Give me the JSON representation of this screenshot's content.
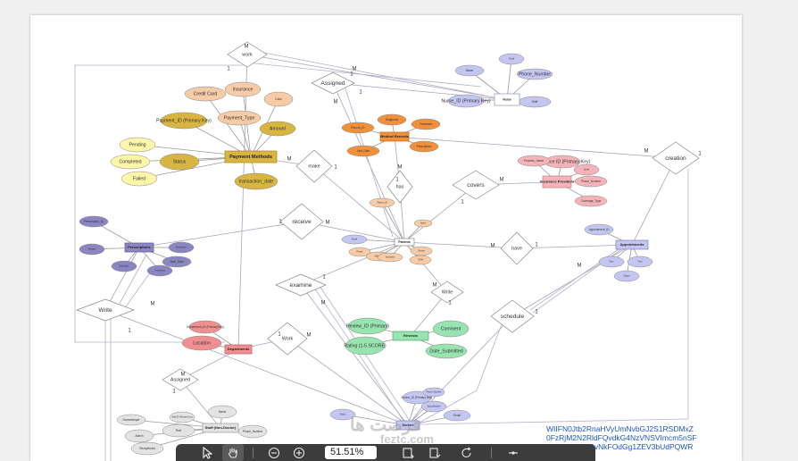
{
  "diagram": {
    "entities": [
      {
        "id": "nurse",
        "label": "Nurse",
        "fill": "#ffffff",
        "stroke": "#8a8fb0"
      },
      {
        "id": "payment_methods",
        "label": "Payment Methods",
        "fill": "#d8b441",
        "stroke": "#a8871e"
      },
      {
        "id": "medical_records",
        "label": "Medical Records",
        "fill": "#f0903a",
        "stroke": "#c06a1f"
      },
      {
        "id": "insurance_providers",
        "label": "Insurance Providers",
        "fill": "#f4b3b8",
        "stroke": "#c77a80"
      },
      {
        "id": "prescriptions",
        "label": "Prescriptions",
        "fill": "#8a86c2",
        "stroke": "#5b5794"
      },
      {
        "id": "patients",
        "label": "Patients",
        "fill": "#ffffff",
        "stroke": "#888888"
      },
      {
        "id": "appointments",
        "label": "Appointments",
        "fill": "#c3c6f0",
        "stroke": "#7b80c4"
      },
      {
        "id": "reviews",
        "label": "Reviews",
        "fill": "#98e4b0",
        "stroke": "#4fa86a"
      },
      {
        "id": "departments",
        "label": "Departments",
        "fill": "#ef8f91",
        "stroke": "#c05a5d"
      },
      {
        "id": "staff",
        "label": "Staff (Non-Doctor)",
        "fill": "#e3e3e3",
        "stroke": "#999999"
      },
      {
        "id": "doctors",
        "label": "Doctors",
        "fill": "#c3c6f0",
        "stroke": "#7b80c4"
      }
    ],
    "attributes": [
      {
        "label": "Credit Card",
        "fill": "#f6cba6",
        "entity": "payment_methods"
      },
      {
        "label": "Insurance",
        "fill": "#f6cba6",
        "entity": "payment_methods"
      },
      {
        "label": "Cash",
        "fill": "#f6cba6",
        "entity": "payment_methods"
      },
      {
        "label": "Payment_Type",
        "fill": "#f6cba6",
        "entity": "payment_methods"
      },
      {
        "label": "Payment_ID (Primary Key)",
        "fill": "#d8b441",
        "entity": "payment_methods"
      },
      {
        "label": "Amount",
        "fill": "#d8b441",
        "entity": "payment_methods"
      },
      {
        "label": "Status",
        "fill": "#d8b441",
        "entity": "payment_methods"
      },
      {
        "label": "Pending",
        "fill": "#fdf6a8",
        "entity": "payment_methods"
      },
      {
        "label": "Completed",
        "fill": "#fdf6a8",
        "entity": "payment_methods"
      },
      {
        "label": "Failed",
        "fill": "#fdf6a8",
        "entity": "payment_methods"
      },
      {
        "label": "transaction_date",
        "fill": "#d8b441",
        "entity": "payment_methods"
      },
      {
        "label": "Review_ID (Primary)",
        "fill": "#98e4b0",
        "entity": "reviews"
      },
      {
        "label": "Comment",
        "fill": "#98e4b0",
        "entity": "reviews"
      },
      {
        "label": "Rating (1-5 SCORE)",
        "fill": "#98e4b0",
        "entity": "reviews"
      },
      {
        "label": "Date_Submitted",
        "fill": "#98e4b0",
        "entity": "reviews"
      },
      {
        "label": "Location",
        "fill": "#ef8f91",
        "entity": "departments"
      },
      {
        "label": "Department_ID (Primary Key)",
        "fill": "#ef8f91",
        "entity": "departments"
      },
      {
        "label": "Role",
        "fill": "#e3e3e3",
        "entity": "staff"
      },
      {
        "label": "Admin",
        "fill": "#e3e3e3",
        "entity": "staff"
      },
      {
        "label": "Receptionist",
        "fill": "#e3e3e3",
        "entity": "staff"
      },
      {
        "label": "Housekeeper",
        "fill": "#e3e3e3",
        "entity": "staff"
      },
      {
        "label": "Staff ID (Primary Key)",
        "fill": "#e3e3e3",
        "entity": "staff"
      },
      {
        "label": "Name",
        "fill": "#e3e3e3",
        "entity": "staff"
      },
      {
        "label": "Phone_Number",
        "fill": "#e3e3e3",
        "entity": "staff"
      },
      {
        "label": "Doctor_ID (Primary Key)",
        "fill": "#c3c6f0",
        "entity": "doctors"
      },
      {
        "label": "Specialization",
        "fill": "#c3c6f0",
        "entity": "doctors"
      },
      {
        "label": "Phone_Number",
        "fill": "#c3c6f0",
        "entity": "doctors"
      },
      {
        "label": "Email",
        "fill": "#c3c6f0",
        "entity": "doctors"
      },
      {
        "label": "Name",
        "fill": "#c3c6f0",
        "entity": "doctors"
      },
      {
        "label": "Insurance ID (Primary Key)",
        "fill": "#f4b3b8",
        "entity": "insurance_providers"
      },
      {
        "label": "Provider_Name",
        "fill": "#f4b3b8",
        "entity": "insurance_providers"
      },
      {
        "label": "Email",
        "fill": "#f4b3b8",
        "entity": "insurance_providers"
      },
      {
        "label": "Phone_Number",
        "fill": "#f4b3b8",
        "entity": "insurance_providers"
      },
      {
        "label": "Coverage_Type",
        "fill": "#f4b3b8",
        "entity": "insurance_providers"
      },
      {
        "label": "Appointment_ID",
        "fill": "#c3c6f0",
        "entity": "appointments"
      },
      {
        "label": "Date",
        "fill": "#c3c6f0",
        "entity": "appointments"
      },
      {
        "label": "Time",
        "fill": "#c3c6f0",
        "entity": "appointments"
      },
      {
        "label": "Status",
        "fill": "#c3c6f0",
        "entity": "appointments"
      },
      {
        "label": "Nurse_ID (Primary Key)",
        "fill": "#c3c6f0",
        "entity": "nurse"
      },
      {
        "label": "Name",
        "fill": "#c3c6f0",
        "entity": "nurse"
      },
      {
        "label": "Email",
        "fill": "#c3c6f0",
        "entity": "nurse"
      },
      {
        "label": "Phone_Number",
        "fill": "#c3c6f0",
        "entity": "nurse"
      },
      {
        "label": "Shift",
        "fill": "#c3c6f0",
        "entity": "nurse"
      },
      {
        "label": "Record_ID",
        "fill": "#f0903a",
        "entity": "medical_records"
      },
      {
        "label": "Diagnosis",
        "fill": "#f0903a",
        "entity": "medical_records"
      },
      {
        "label": "Treatment",
        "fill": "#f0903a",
        "entity": "medical_records"
      },
      {
        "label": "Prescription",
        "fill": "#f0903a",
        "entity": "medical_records"
      },
      {
        "label": "Visit_Date",
        "fill": "#f0903a",
        "entity": "medical_records"
      },
      {
        "label": "Prescription_ID",
        "fill": "#8a86c2",
        "entity": "prescriptions"
      },
      {
        "label": "Dosage",
        "fill": "#8a86c2",
        "entity": "prescriptions"
      },
      {
        "label": "Medication",
        "fill": "#8a86c2",
        "entity": "prescriptions"
      },
      {
        "label": "Start_Date",
        "fill": "#8a86c2",
        "entity": "prescriptions"
      },
      {
        "label": "End_Date",
        "fill": "#8a86c2",
        "entity": "prescriptions"
      },
      {
        "label": "Frequency",
        "fill": "#8a86c2",
        "entity": "prescriptions"
      },
      {
        "label": "Patient_ID",
        "fill": "#f6cba6",
        "entity": "patients"
      },
      {
        "label": "Name",
        "fill": "#f6cba6",
        "entity": "patients"
      },
      {
        "label": "Email",
        "fill": "#c3c6f0",
        "entity": "patients"
      },
      {
        "label": "Phone",
        "fill": "#f6cba6",
        "entity": "patients"
      },
      {
        "label": "Address",
        "fill": "#f6cba6",
        "entity": "patients"
      },
      {
        "label": "Gender",
        "fill": "#f6cba6",
        "entity": "patients"
      },
      {
        "label": "DOB",
        "fill": "#f6cba6",
        "entity": "patients"
      },
      {
        "label": "Insurance",
        "fill": "#f6cba6",
        "entity": "patients"
      }
    ],
    "relationships": [
      {
        "label": "work"
      },
      {
        "label": "Assigned"
      },
      {
        "label": "make"
      },
      {
        "label": "has"
      },
      {
        "label": "covers"
      },
      {
        "label": "creation"
      },
      {
        "label": "receive"
      },
      {
        "label": "have"
      },
      {
        "label": "examine"
      },
      {
        "label": "Write"
      },
      {
        "label": "Write"
      },
      {
        "label": "schedule"
      },
      {
        "label": "Work"
      },
      {
        "label": "Assigned"
      }
    ],
    "cardinalities": [
      "M",
      "1",
      "1",
      "M",
      "M",
      "1",
      "1",
      "M",
      "M",
      "1",
      "M",
      "1",
      "1",
      "M",
      "M",
      "1",
      "1",
      "M",
      "M",
      "1",
      "M",
      "1",
      "1",
      "M",
      "1",
      "M",
      "M",
      "1",
      "1",
      "M"
    ]
  },
  "url_text": {
    "lines": [
      "WIIFN0Jtb2RnaHVyUmNvbGJ2S1RSDMxZ",
      "0FzRjM2N2RldFQvdkG4NzVNSVImcm5nSF",
      "VQ5U2ZLQ09vNkFOdGg1ZEV3bUdPQWR"
    ]
  },
  "toolbar": {
    "pointer_tool": "cursor-icon",
    "hand_tool": "hand-icon",
    "zoom_out": "zoom-out-icon",
    "zoom_in": "zoom-in-icon",
    "zoom_level": "51.51%",
    "fit": "fit-page-icon",
    "rotate": "rotate-icon",
    "more": "more-icon"
  },
  "watermark": {
    "line1": "فرصت ها",
    "line2": "feztc.com"
  }
}
